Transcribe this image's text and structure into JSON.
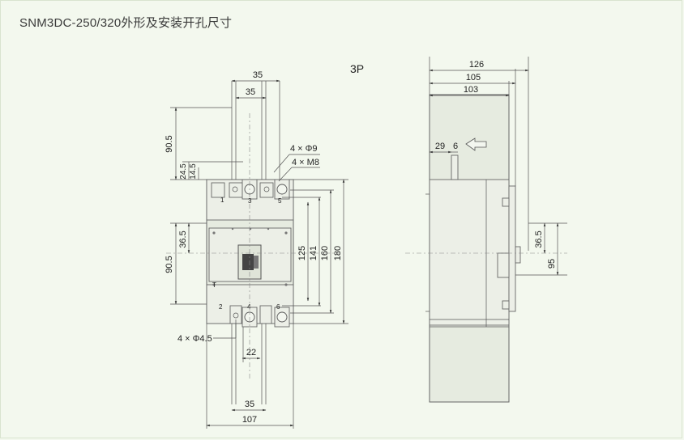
{
  "page_title": "SNM3DC-250/320外形及安装开孔尺寸",
  "pole_label": "3P",
  "front_view": {
    "dim_35_top_outer": "35",
    "dim_35_top_inner": "35",
    "dim_90_5_upper": "90.5",
    "dim_24_5": "24.5",
    "dim_14_5": "14.5",
    "dim_36_5": "36.5",
    "dim_90_5_lower": "90.5",
    "dim_125": "125",
    "dim_141": "141",
    "dim_160": "160",
    "dim_180": "180",
    "dim_22": "22",
    "dim_35_bottom": "35",
    "dim_107": "107",
    "note_4x_phi9": "4 × Φ9",
    "note_4x_m8": "4 × M8",
    "note_4x_phi4_5": "4 × Φ4.5",
    "terminal_1": "1",
    "terminal_2": "2",
    "terminal_3": "3",
    "terminal_4": "4",
    "terminal_5": "5",
    "terminal_6": "6"
  },
  "side_view": {
    "dim_126": "126",
    "dim_105": "105",
    "dim_103": "103",
    "dim_29": "29",
    "dim_6": "6",
    "dim_36_5": "36.5",
    "dim_95": "95"
  }
}
